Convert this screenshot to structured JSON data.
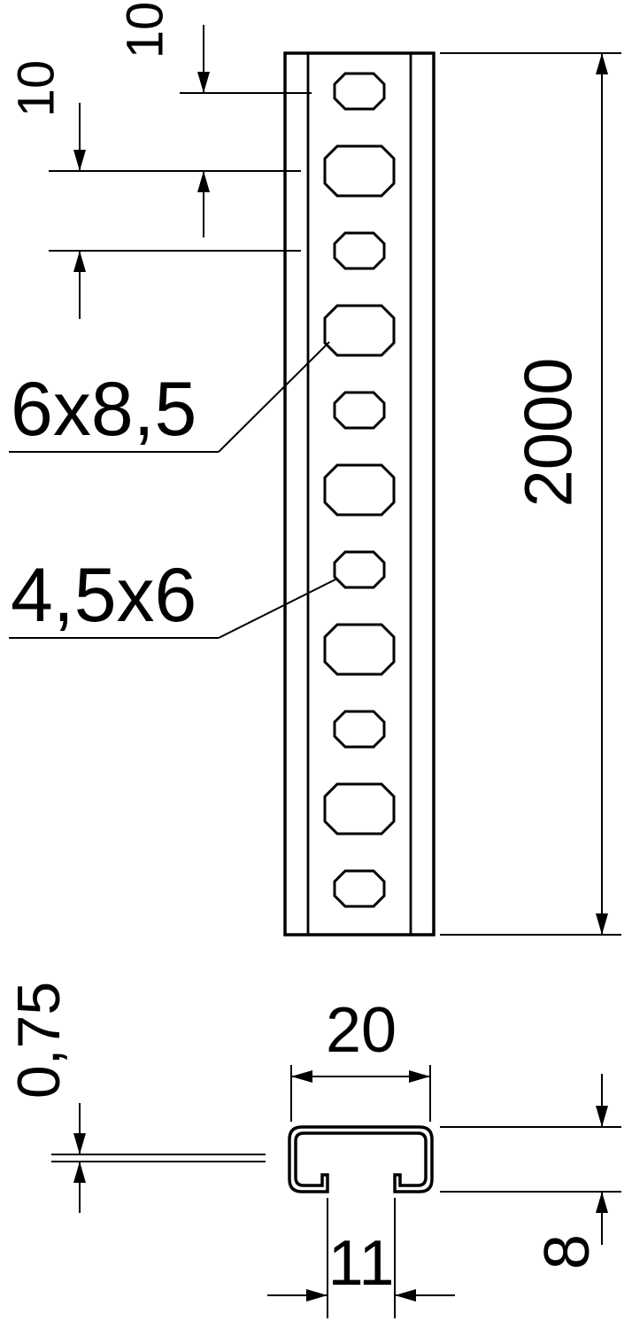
{
  "drawing": {
    "type": "technical-dimension-drawing",
    "views": {
      "front": "perforated profile rail with alternating small and large slots",
      "section": "C-channel cross section with bottom opening"
    },
    "labels": {
      "dim_top_pitch": "10",
      "dim_second_pitch": "10",
      "large_slot": "6x8,5",
      "small_slot": "4,5x6",
      "length": "2000",
      "width": "20",
      "thickness": "0,75",
      "height": "8",
      "opening": "11"
    },
    "colors": {
      "line": "#000000",
      "background": "#ffffff"
    }
  }
}
